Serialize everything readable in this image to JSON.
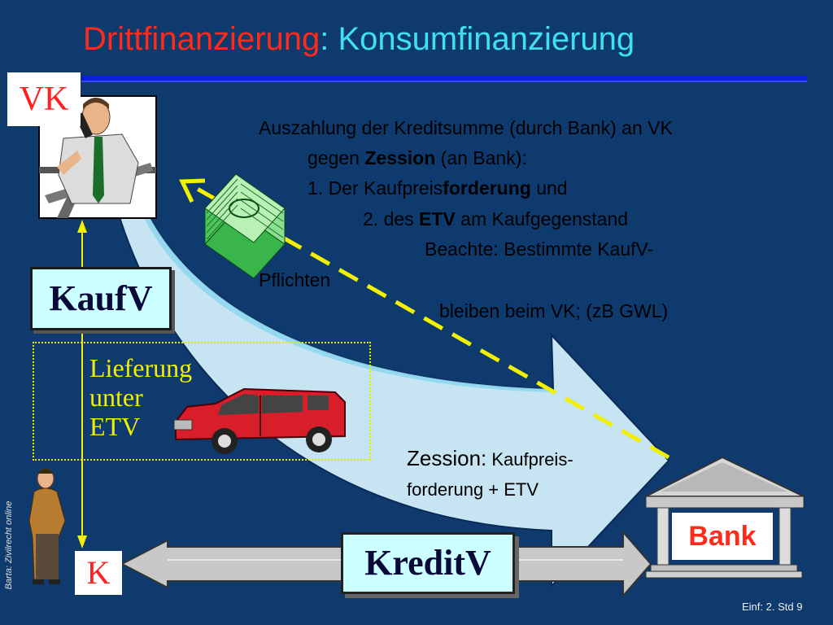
{
  "slide": {
    "title_part1": "Drittfinanzierung",
    "title_colon": ":",
    "title_part2": " Konsumfinanzierung",
    "vk": "VK",
    "k": "K",
    "kaufv": "KaufV",
    "kreditv": "KreditV",
    "bank": "Bank",
    "delivery": [
      "Lieferung",
      "unter",
      "ETV"
    ],
    "main_text": {
      "l1": "Auszahlung der Kreditsumme (durch Bank) an VK",
      "l2_a": "gegen ",
      "l2_b": "Zession",
      "l2_c": " (an Bank):",
      "l3_a": "1. Der Kaufpreis",
      "l3_b": "forderung",
      "l3_c": " und",
      "l4_a": "2. des ",
      "l4_b": "ETV",
      "l4_c": " am Kaufgegenstand",
      "l5": "Beachte: Bestimmte KaufV-",
      "l6": "Pflichten",
      "l7": "bleiben beim VK; (zB GWL)"
    },
    "zession": {
      "label": "Zession:",
      "value1": " Kaufpreis-",
      "value2": "forderung + ETV"
    },
    "side_note": "Barta: Zivilrecht online",
    "footer": "Einf: 2. Std 9"
  },
  "colors": {
    "background": "#0f3a6e",
    "title_red": "#ff2a1a",
    "title_cyan": "#40e0f0",
    "label_box": "#ccffff",
    "big_arrow": "#c6e4f2",
    "yellow": "#f0f000"
  }
}
